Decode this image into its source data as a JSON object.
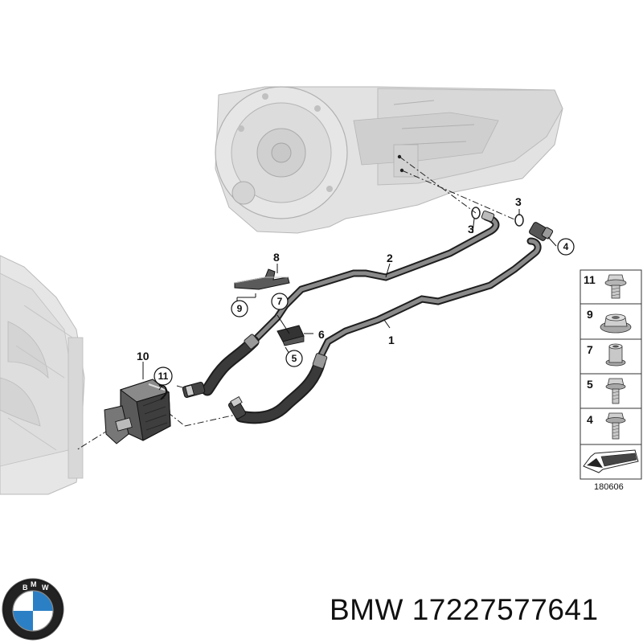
{
  "diagram": {
    "callouts": {
      "c1": "1",
      "c2": "2",
      "c3a": "3",
      "c3b": "3",
      "c4": "4",
      "c5": "5",
      "c6": "6",
      "c7": "7",
      "c8": "8",
      "c9": "9",
      "c10": "10",
      "c11": "11"
    },
    "legend": {
      "items": [
        {
          "label": "11",
          "icon": "flange-bolt-icon"
        },
        {
          "label": "9",
          "icon": "flange-nut-icon"
        },
        {
          "label": "7",
          "icon": "spacer-sleeve-icon"
        },
        {
          "label": "5",
          "icon": "hex-bolt-icon"
        },
        {
          "label": "4",
          "icon": "hex-screw-icon"
        }
      ],
      "ref_code": "180606"
    }
  },
  "caption": {
    "brand": "BMW",
    "part_number": "17227577641",
    "text": "BMW 17227577641"
  },
  "colors": {
    "line": "#1a1a1a",
    "pipe": "#4a4a4a",
    "ghost": "#dcdcdc",
    "ghost_stroke": "#b5b5b5",
    "bmw_blue": "#2b80c5"
  }
}
